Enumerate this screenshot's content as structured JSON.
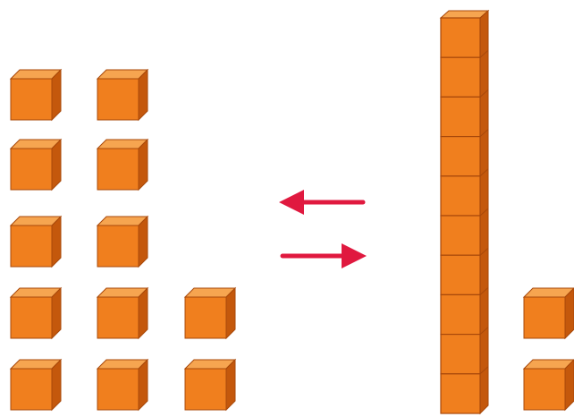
{
  "colors": {
    "cube_front": "#f07f1e",
    "cube_top": "#f6a550",
    "cube_side": "#c4580c",
    "cube_edge": "#a8480a",
    "arrow": "#e0193f",
    "background": "#ffffff"
  },
  "left_group": {
    "description_icon": "unit-cube-icon",
    "columns": [
      {
        "cube_count": 5
      },
      {
        "cube_count": 5
      },
      {
        "cube_count": 2
      }
    ],
    "total_units": 12
  },
  "exchange_arrows": {
    "top_arrow_direction": "left",
    "bottom_arrow_direction": "right"
  },
  "right_group": {
    "rod": {
      "unit_count": 10,
      "icon": "ten-rod-icon"
    },
    "ones": [
      {
        "cube_count": 2
      }
    ],
    "total_units": 12
  }
}
